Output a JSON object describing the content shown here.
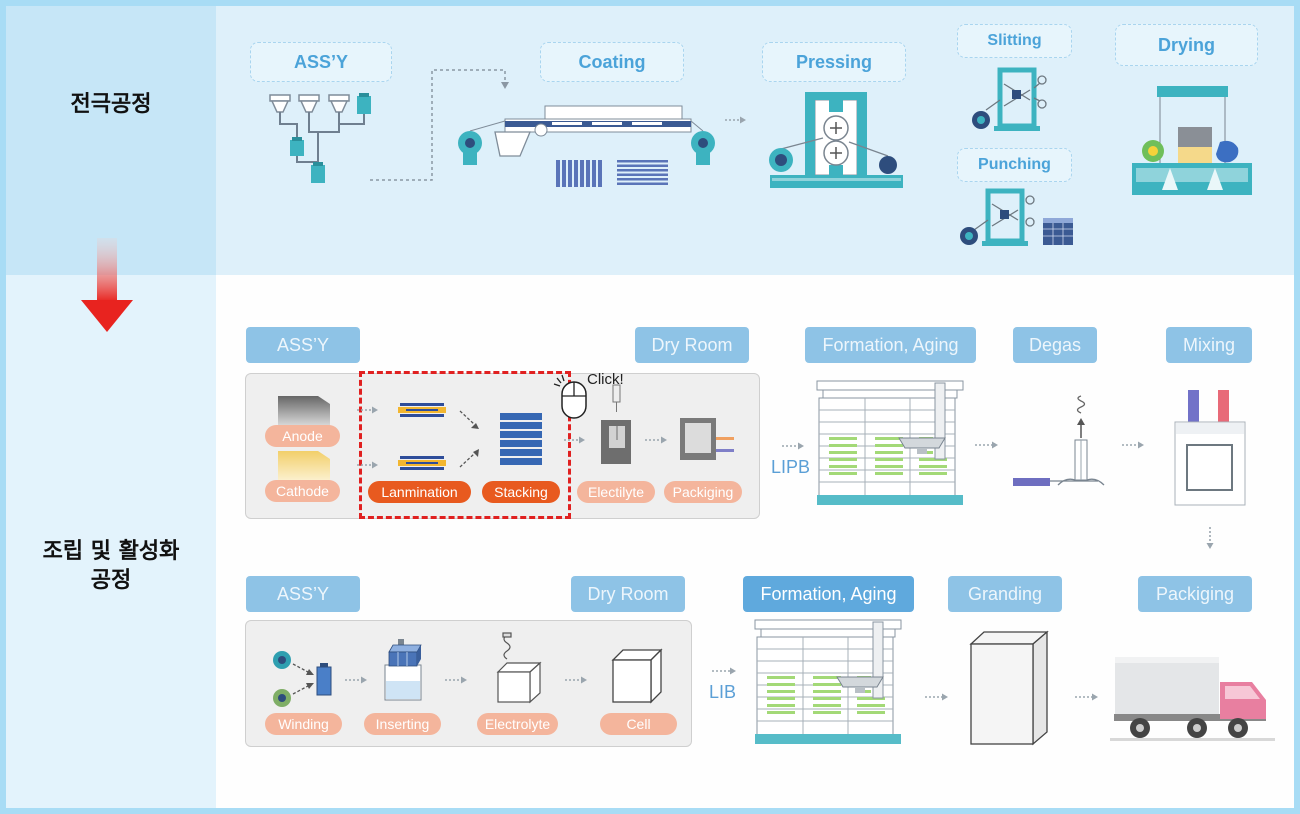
{
  "sections": {
    "electrode_title": "전극공정",
    "assembly_title_line1": "조립 및 활성화",
    "assembly_title_line2": "공정"
  },
  "electrode_process": {
    "assy": "ASS’Y",
    "coating": "Coating",
    "pressing": "Pressing",
    "slitting": "Slitting",
    "punching": "Punching",
    "drying": "Drying"
  },
  "lipb_line": {
    "stages": {
      "assy": "ASS’Y",
      "dry_room": "Dry Room",
      "formation_aging": "Formation, Aging",
      "degas": "Degas",
      "mixing": "Mixing"
    },
    "steps": {
      "anode": "Anode",
      "cathode": "Cathode",
      "lamination": "Lanmination",
      "stacking": "Stacking",
      "electrolyte": "Electilyte",
      "packaging": "Packiging"
    },
    "product": "LIPB",
    "click_hint": "Click!"
  },
  "lib_line": {
    "stages": {
      "assy": "ASS’Y",
      "dry_room": "Dry Room",
      "formation_aging": "Formation, Aging",
      "grading": "Granding",
      "packaging": "Packiging"
    },
    "steps": {
      "winding": "Winding",
      "inserting": "Inserting",
      "electrolyte": "Electrolyte",
      "cell": "Cell"
    },
    "product": "LIB"
  },
  "colors": {
    "frame_border": "#a8dcf5",
    "stage_label": "#8ec3e6",
    "stage_label_active": "#5fa9dd",
    "step_pill": "#f4b59c",
    "step_pill_active": "#e85a1f",
    "highlight_border": "#e02020",
    "machine_teal": "#3db3c0",
    "flow_arrow": "#e8231f"
  }
}
